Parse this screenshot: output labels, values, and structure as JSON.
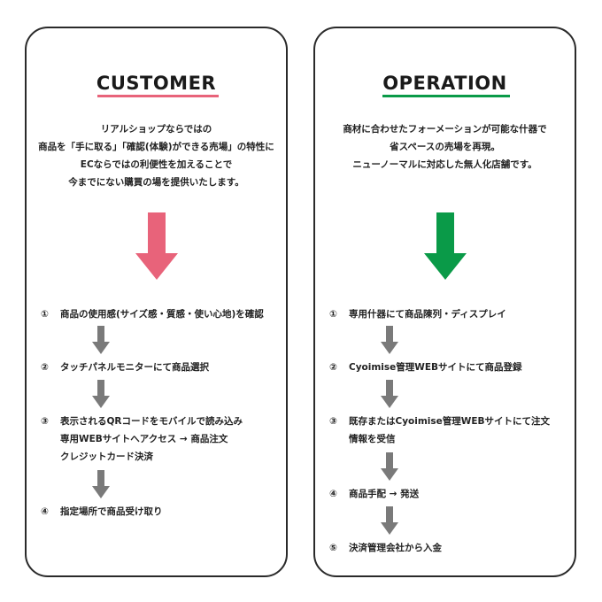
{
  "customer": {
    "title": "CUSTOMER",
    "accent_color": "#e8637a",
    "intro": [
      "リアルショップならではの",
      "商品を「手に取る」「確認(体験)ができる売場」の特性に",
      "ECならではの利便性を加えることで",
      "今までにない購買の場を提供いたします。"
    ],
    "steps": [
      {
        "num": "①",
        "lines": [
          "商品の使用感(サイズ感・質感・使い心地)を確認"
        ]
      },
      {
        "num": "②",
        "lines": [
          "タッチパネルモニターにて商品選択"
        ]
      },
      {
        "num": "③",
        "lines": [
          "表示されるQRコードをモバイルで読み込み",
          "専用WEBサイトへアクセス → 商品注文",
          "クレジットカード決済"
        ]
      },
      {
        "num": "④",
        "lines": [
          "指定場所で商品受け取り"
        ]
      }
    ]
  },
  "operation": {
    "title": "OPERATION",
    "accent_color": "#0a9a48",
    "intro": [
      "商材に合わせたフォーメーションが可能な什器で",
      "省スペースの売場を再現。",
      "ニューノーマルに対応した無人化店舗です。"
    ],
    "steps": [
      {
        "num": "①",
        "lines": [
          "専用什器にて商品陳列・ディスプレイ"
        ]
      },
      {
        "num": "②",
        "lines": [
          "Cyoimise管理WEBサイトにて商品登録"
        ]
      },
      {
        "num": "③",
        "lines": [
          "既存またはCyoimise管理WEBサイトにて注文",
          "情報を受信"
        ]
      },
      {
        "num": "④",
        "lines": [
          "商品手配 → 発送"
        ]
      },
      {
        "num": "⑤",
        "lines": [
          "決済管理会社から入金"
        ]
      }
    ]
  },
  "small_arrow_color": "#7a7a7a"
}
